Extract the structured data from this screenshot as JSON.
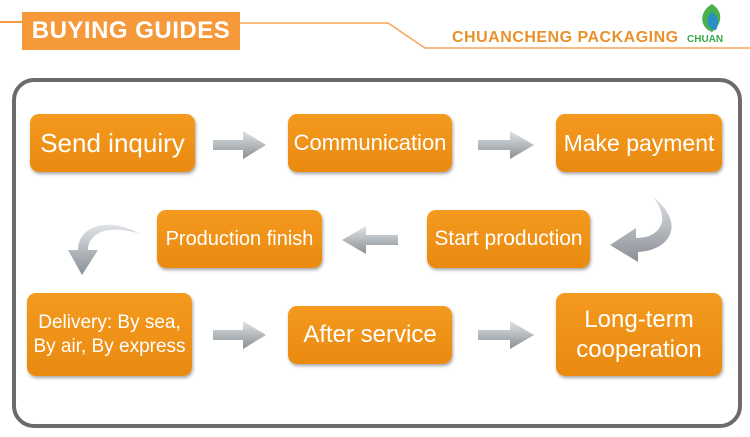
{
  "header": {
    "title": "BUYING GUIDES",
    "brand": "CHUANCHENG PACKAGING",
    "logo_text": "CHUAN"
  },
  "steps": {
    "send_inquiry": "Send inquiry",
    "communication": "Communication",
    "make_payment": "Make payment",
    "start_production": "Start production",
    "production_finish": "Production finish",
    "delivery_line1": "Delivery: By sea,",
    "delivery_line2": "By air, By express",
    "after_service": "After service",
    "long_term_line1": "Long-term",
    "long_term_line2": "cooperation"
  },
  "colors": {
    "accent": "#f5993a",
    "box": "#ef9118",
    "frame": "#6b6b6b",
    "arrow": "#9a9ea3"
  }
}
